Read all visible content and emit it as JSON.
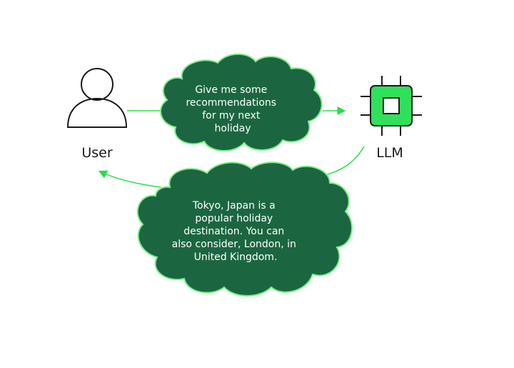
{
  "diagram": {
    "user_label": "User",
    "llm_label": "LLM",
    "request_lines": [
      "Give me some",
      "recommendations",
      "for my next",
      "holiday"
    ],
    "response_lines": [
      "Tokyo, Japan is a",
      "popular holiday",
      "destination. You can",
      "also consider, London, in",
      "United Kingdom."
    ]
  },
  "colors": {
    "cloud_fill": "#1b6641",
    "cloud_outline": "#7ff08a",
    "accent_green": "#25e04a",
    "chip_fill": "#2fe05a",
    "outline_dark": "#1a1a1a",
    "text_on_cloud": "#ffffff"
  },
  "icons": {
    "user": "person-icon",
    "llm": "chip-icon"
  }
}
